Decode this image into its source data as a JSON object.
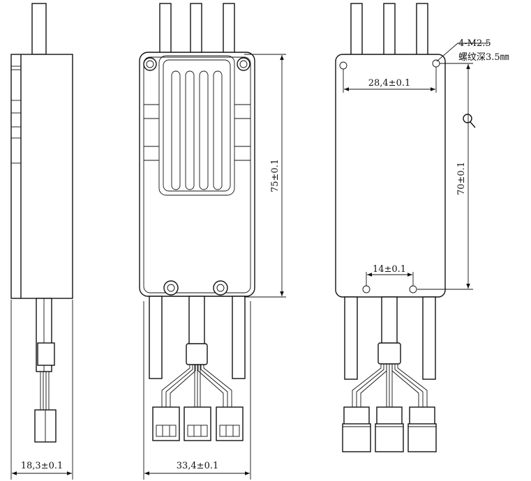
{
  "dimensions": {
    "side_width": "18,3±0.1",
    "front_width": "33,4±0.1",
    "front_height": "75±0.1",
    "back_hole_spacing_top": "28,4±0.1",
    "back_hole_spacing_bottom": "14±0.1",
    "back_height": "70±0.1"
  },
  "notes": {
    "hole_spec": "4-M2.5",
    "thread_depth": "螺纹深3.5㎜"
  }
}
